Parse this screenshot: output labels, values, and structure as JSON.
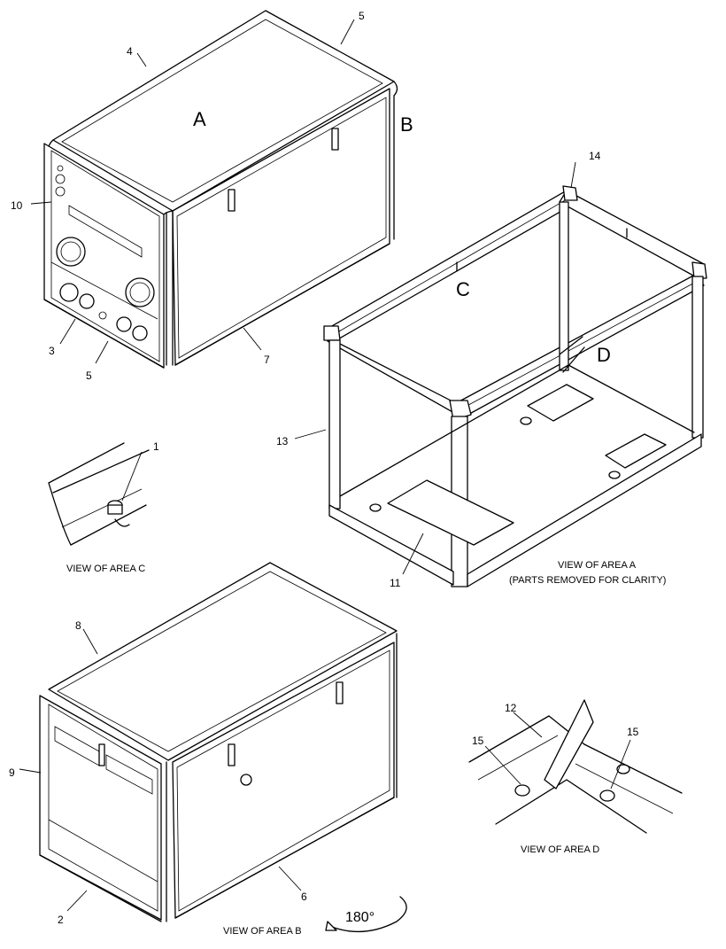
{
  "callouts": {
    "c1": "1",
    "c2": "2",
    "c3": "3",
    "c4": "4",
    "c5a": "5",
    "c5b": "5",
    "c6": "6",
    "c7": "7",
    "c8": "8",
    "c9": "9",
    "c10": "10",
    "c11": "11",
    "c12": "12",
    "c13": "13",
    "c14": "14",
    "c15a": "15",
    "c15b": "15"
  },
  "area_letters": {
    "a": "A",
    "b": "B",
    "c": "C",
    "d": "D"
  },
  "captions": {
    "view_c": "VIEW OF AREA C",
    "view_a_line1": "VIEW OF AREA A",
    "view_a_line2": "(PARTS REMOVED FOR CLARITY)",
    "view_b": "VIEW OF AREA B",
    "view_d": "VIEW OF AREA D",
    "rotation": "180°"
  }
}
